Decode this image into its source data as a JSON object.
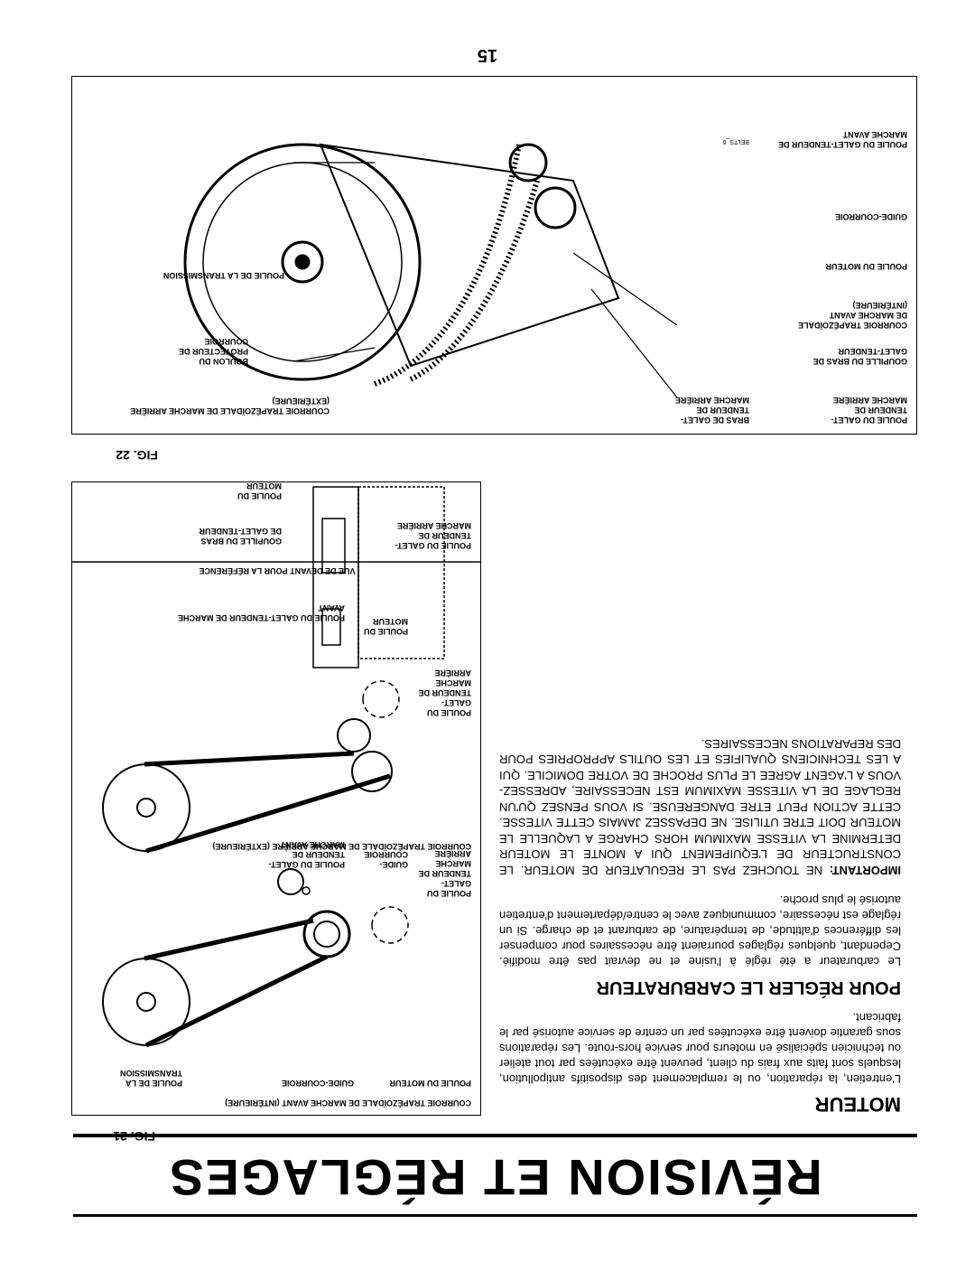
{
  "header": {
    "title": "RÉVISION ET RÉGLAGES"
  },
  "moteur": {
    "heading": "MOTEUR",
    "para1": "L'entretien, la réparation, ou le remplacement des dispositifs antipollution, lesquels sont faits aux frais du client, peuvent être exécutées par tout atelier ou technicien spécialisé en moteurs pour service hors-route. Les réparations sous garantie doivent être exécutées par un centre de service autorisé par le fabricant.",
    "sub_heading": "POUR RÉGLER LE CARBURATEUR",
    "para2": "Le carburateur a été réglé à l'usine et ne devrait pas être modifié. Cependant, quelques réglages pourraient être nécessaires pour compenser les différences d'altitude, de température, de carburant et de charge. Si un réglage est nécessaire, communiquez avec le centre/département d'entretien autorisé le plus proche.",
    "important_label": "IMPORTANT:",
    "important_text": "NE TOUCHEZ PAS LE REGULATEUR DE MOTEUR. LE CONSTRUCTEUR DE L'EQUIPEMENT QUI A MONTE LE MOTEUR DETERMINE LA VITESSE MAXIMUM HORS CHARGE A LAQUELLE LE MOTEUR DOIT ETRE UTILISE. NE DEPASSEZ JAMAIS CETTE VITESSE. CETTE ACTION PEUT ETRE DANGEREUSE. SI VOUS PENSEZ QU'UN REGLAGE DE LA VITESSE MAXIMUM EST NECESSAIRE, ADRESSEZ-VOUS A L'AGENT AGREE LE PLUS PROCHE DE VOTRE DOMICILE. QUI A LES TECHNICIENS QUALIFIES ET LES OUTILS APPROPRIES POUR DES REPARATIONS NECESSAIRES."
  },
  "fig21": {
    "caption": "FIG. 21",
    "labels": {
      "courroie_int": "COURROIE TRAPÉZOÏDALE DE MARCHE AVANT (INTÉRIEURE)",
      "poulie_moteur": "POULIE DU MOTEUR",
      "guide_courroie": "GUIDE-COURROIE",
      "poulie_transmission": "POULIE DE LA TRANSMISSION",
      "poulie_galet_ar": "POULIE DU GALET-TENDEUR DE MARCHE ARRIÈRE",
      "guide_courroie_2": "GUIDE-COURROIE",
      "poulie_galet_av": "POULIE DU GALET-TENDEUR DE MARCHE AVANT",
      "courroie_ext": "COURROIE TRAPÉZOÏDALE DE MARCHE ARRIÈRE (EXTÉRIEURE)",
      "poulie_galet_ar_2": "POULIE DU GALET-TENDEUR DE MARCHE ARRIÈRE",
      "poulie_moteur_2": "POULIE DU MOTEUR",
      "poulie_galet_av_2": "POULIE DU GALET-TENDEUR DE MARCHE AVANT",
      "vue_devant": "VUE DE DEVANT POUR LA RÉFÉRENCE",
      "poulie_du_galet_tendeur": "POULIE DU GALET-TENDEUR DE MARCHE ARRIÈRE",
      "goupille": "GOUPILLE DU BRAS DE GALET-TENDEUR",
      "poulie_moteur_3": "POULIE DU MOTEUR"
    }
  },
  "fig22": {
    "caption": "FIG. 22",
    "labels": {
      "poulie_galet_ar": "POULIE DU GALET-TENDEUR DE MARCHE ARRIÈRE",
      "bras_galet": "BRAS DE GALET-TENDEUR DE MARCHE ARRIÈRE",
      "courroie_ext": "COURROIE TRAPÉZOÏDALE DE MARCHE ARRIÈRE (EXTÉRIEURE)",
      "goupille": "GOUPILLE DU BRAS DE GALET-TENDEUR",
      "courroie_int": "COURROIE TRAPÉZOÏDALE DE MARCHE AVANT (INTÉRIEURE)",
      "boulon": "BOULON DU PROTECTEUR DE COURROIE",
      "poulie_moteur": "POULIE DU MOTEUR",
      "poulie_transmission": "POULIE DE LA TRANSMISSION",
      "guide_courroie": "GUIDE-COURROIE",
      "poulie_galet_av": "POULIE DU GALET-TENDEUR DE MARCHE AVANT",
      "ref": "belts_6"
    }
  },
  "page_number": "15"
}
